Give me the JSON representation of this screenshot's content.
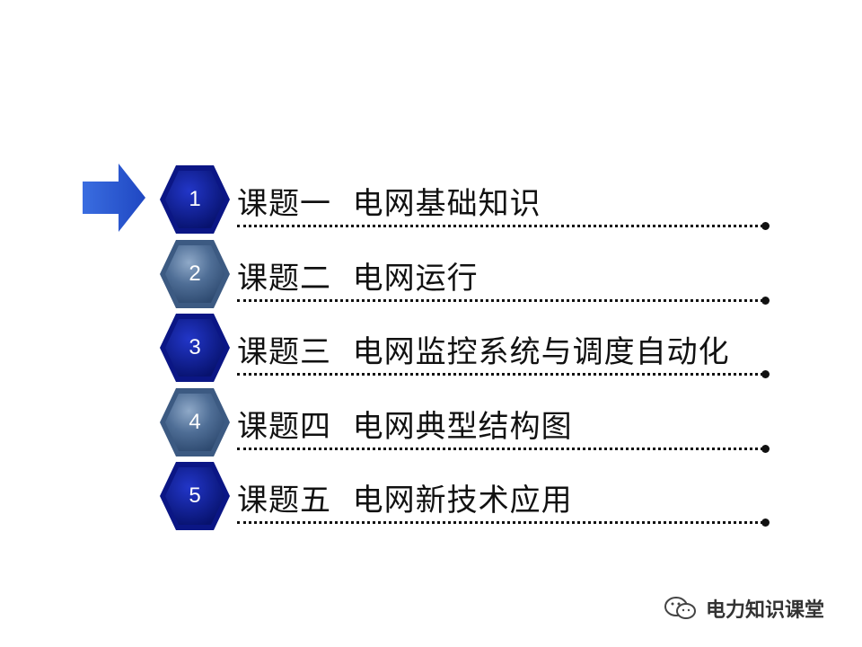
{
  "agenda": {
    "items": [
      {
        "number": "1",
        "title": "课题一  电网基础知识",
        "style": "dark"
      },
      {
        "number": "2",
        "title": "课题二  电网运行",
        "style": "light"
      },
      {
        "number": "3",
        "title": "课题三  电网监控系统与调度自动化",
        "style": "dark"
      },
      {
        "number": "4",
        "title": "课题四  电网典型结构图",
        "style": "light"
      },
      {
        "number": "5",
        "title": "课题五  电网新技术应用",
        "style": "dark"
      }
    ],
    "current_index": 1
  },
  "watermark": {
    "text": "电力知识课堂"
  },
  "colors": {
    "dark_hex": "#0a1a9c",
    "light_hex": "#4d6b94",
    "arrow": "#2a5bd6",
    "text": "#111111"
  }
}
